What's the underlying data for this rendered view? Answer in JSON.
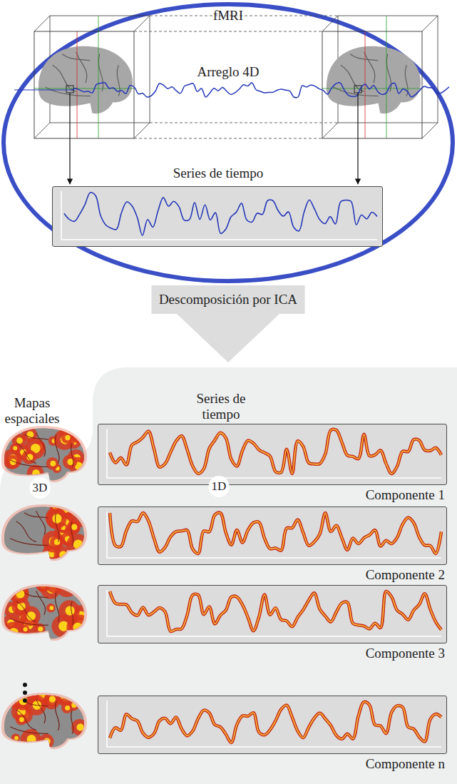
{
  "diagram": {
    "nodes": [
      {
        "text": [
          "fMRI",
          "Arreglo 4D"
        ]
      },
      {
        "text": [
          "Series de tiempo"
        ],
        "in": 0
      },
      {
        "text": [
          "Descomposición por ICA"
        ]
      },
      {
        "text": [
          "Mapas espaciales",
          "Series de tiempo"
        ]
      },
      {
        "text": [
          "Componente 1"
        ],
        "in": 3
      },
      {
        "text": [
          "Componente 2"
        ],
        "in": 3
      },
      {
        "text": [
          "Componente 3"
        ],
        "in": 3
      },
      {
        "text": [
          "Componente n"
        ],
        "in": 3
      }
    ],
    "labels": [
      "3D",
      "1D"
    ]
  }
}
